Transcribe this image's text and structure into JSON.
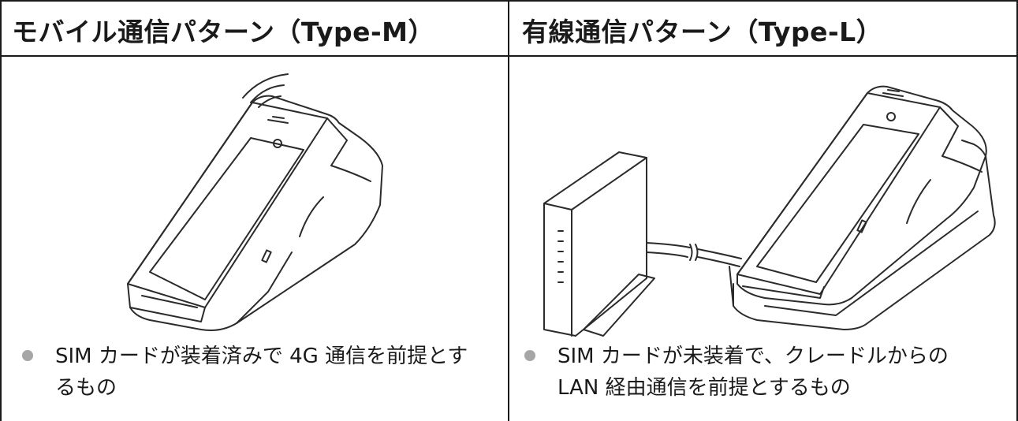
{
  "columns": [
    {
      "title": "モバイル通信パターン（Type-M）",
      "bullet": "SIM カードが装着済みで 4G 通信を前提とするもの",
      "bullet_line1": "SIM カードが装着済みで 4G 通信を前提とす",
      "bullet_line2": "るもの",
      "illustration": "payment-terminal-with-wireless-signal"
    },
    {
      "title": "有線通信パターン（Type-L）",
      "bullet": "SIM カードが未装着で、クレードルからの LAN 経由通信を前提とするもの",
      "bullet_line1": "SIM カードが未装着で、クレードルからの",
      "bullet_line2": "LAN 経由通信を前提とするもの",
      "illustration": "payment-terminal-on-cradle-with-lan-router"
    }
  ],
  "colors": {
    "border": "#1a1a1a",
    "bullet": "#a6a6a6",
    "line_art": "#2b2b2b"
  }
}
